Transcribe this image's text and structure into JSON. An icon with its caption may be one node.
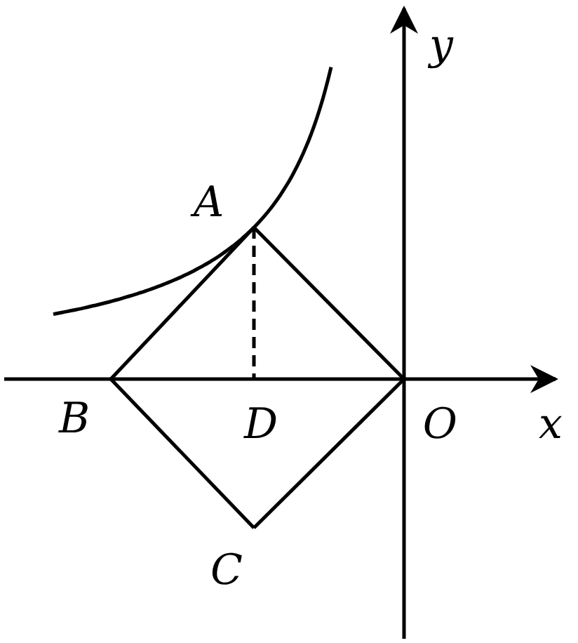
{
  "diagram": {
    "nodes": [
      {
        "text": [
          "A"
        ]
      },
      {
        "text": [
          "B"
        ]
      },
      {
        "text": [
          "C"
        ]
      },
      {
        "text": [
          "D"
        ]
      },
      {
        "text": [
          "O"
        ]
      }
    ],
    "edges": [
      {
        "from": 0,
        "to": 1,
        "arrow": "none"
      },
      {
        "from": 0,
        "to": 4,
        "arrow": "none"
      },
      {
        "from": 1,
        "to": 2,
        "arrow": "none"
      },
      {
        "from": 2,
        "to": 4,
        "arrow": "none"
      },
      {
        "from": 0,
        "to": 3,
        "arrow": "none",
        "style": "dashed"
      }
    ],
    "labels": [
      "y",
      "x"
    ]
  }
}
